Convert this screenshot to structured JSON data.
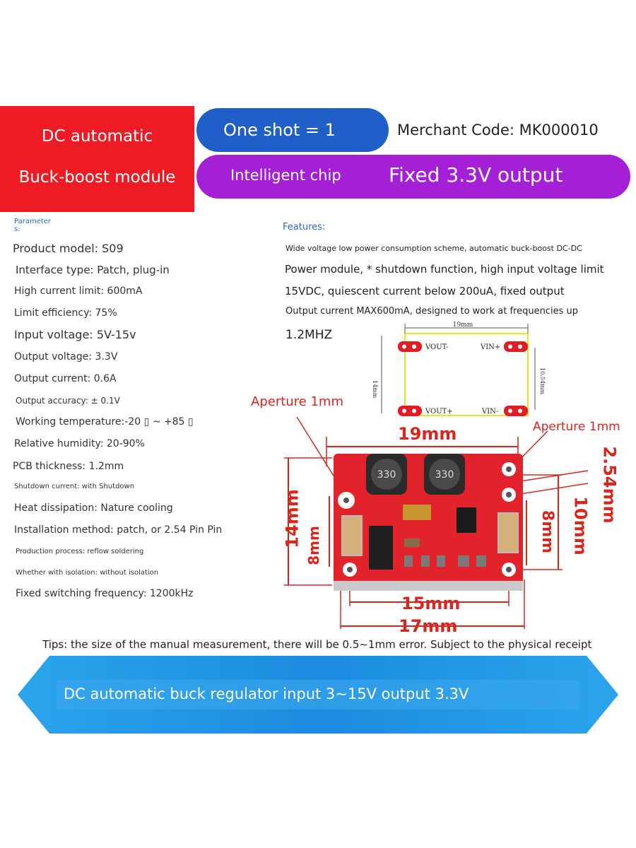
{
  "header": {
    "title_line1": "DC automatic",
    "title_line2": "Buck-boost module",
    "one_shot": "One shot = 1",
    "merchant_code": "Merchant Code: MK000010",
    "chip_label": "Intelligent chip",
    "output_label": "Fixed 3.3V output",
    "colors": {
      "red": "#ee1b24",
      "blue": "#1f5fc7",
      "purple": "#a51fd6"
    }
  },
  "parameters": {
    "title": "Parameter s:",
    "items": [
      "Product model: S09",
      "Interface type: Patch, plug-in",
      "High current limit: 600mA",
      "Limit efficiency: 75%",
      "Input voltage: 5V-15v",
      "Output voltage: 3.3V",
      "Output current: 0.6A",
      "Output accuracy: ± 0.1V",
      "Working temperature:-20 ▯ ~ +85 ▯",
      "Relative humidity: 20-90%",
      "PCB thickness: 1.2mm",
      "Shutdown current: with Shutdown",
      "Heat dissipation: Nature cooling",
      "Installation method: patch, or 2.54 Pin Pin",
      "Production process: reflow soldering",
      "Whether with isolation: without isolation",
      "Fixed switching frequency: 1200kHz"
    ]
  },
  "features": {
    "title": "Features:",
    "lines": [
      "Wide voltage low power consumption scheme, automatic buck-boost DC-DC",
      "Power module, * shutdown function, high input voltage limit",
      "15VDC, quiescent current below 200uA, fixed output",
      "Output current MAX600mA, designed to work at frequencies up",
      "1.2MHZ"
    ]
  },
  "footprint": {
    "width": "19mm",
    "height": "14mm",
    "pin_pitch": "10.54mm",
    "pins": [
      "VOUT-",
      "VIN+",
      "VOUT+",
      "VIN-"
    ]
  },
  "board": {
    "aperture_left": "Aperture 1mm",
    "aperture_right": "Aperture 1mm",
    "dim_19": "19mm",
    "dim_14": "14mm",
    "dim_8_left": "8mm",
    "dim_254": "2.54mm",
    "dim_10": "10mm",
    "dim_8_right": "8mm",
    "dim_15": "15mm",
    "dim_17": "17mm",
    "inductor_label": "330"
  },
  "tips": "Tips: the size of the manual measurement, there will be 0.5~1mm error. Subject to the physical receipt",
  "banner": {
    "text": "DC automatic buck regulator input 3~15V output 3.3V",
    "color": "#1a8fe0"
  }
}
